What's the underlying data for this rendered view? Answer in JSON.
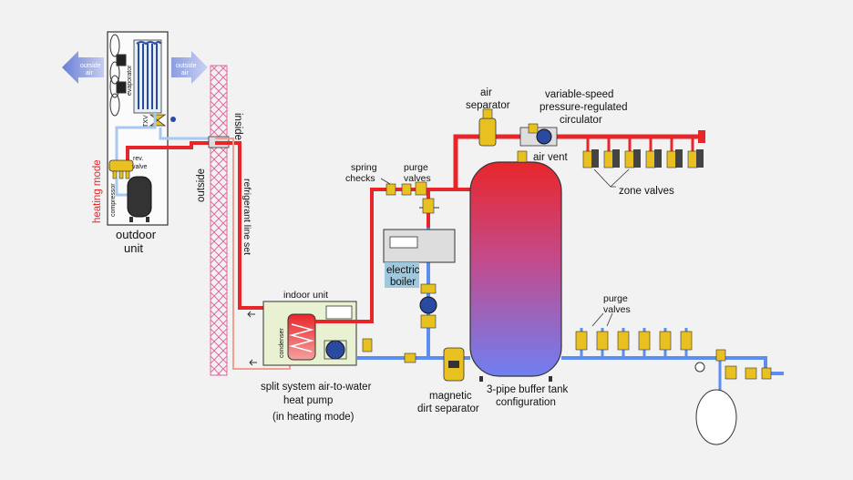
{
  "labels": {
    "outside_air_left": [
      "outside",
      "air"
    ],
    "outside_air_right": [
      "outside",
      "air"
    ],
    "evaporator": "evaporator",
    "txv": "TXV",
    "heating_mode": "heating mode",
    "compressor": "compressor",
    "rev_valve": [
      "rev.",
      "valve"
    ],
    "outdoor_unit": [
      "outdoor",
      "unit"
    ],
    "inside": "inside",
    "outside": "outside",
    "refrigerant_line_set": "refrigerant line set",
    "indoor_unit": "indoor unit",
    "condenser": "condenser",
    "split_system": [
      "split system air-to-water",
      "heat pump",
      "(in heating mode)"
    ],
    "spring_checks": [
      "spring",
      "checks"
    ],
    "purge_valves_top": [
      "purge",
      "valves"
    ],
    "air_separator": [
      "air",
      "separator"
    ],
    "circulator": [
      "variable-speed",
      "pressure-regulated",
      "circulator"
    ],
    "air_vent": "air vent",
    "zone_valves": "zone valves",
    "electric_boiler": [
      "electric",
      "boiler"
    ],
    "magnetic_dirt_separator": [
      "magnetic",
      "dirt separator"
    ],
    "buffer_tank": [
      "3-pipe buffer tank",
      "configuration"
    ],
    "purge_valves_bottom": [
      "purge",
      "valves"
    ]
  },
  "colors": {
    "background": "#f2f2f2",
    "hot_pipe": "#e8262a",
    "cool_pipe": "#5b8ef0",
    "refrigerant_cool": "#a8c8f0",
    "refrigerant_warm": "#f0a090",
    "valve_brass": "#e8c020",
    "wall_hatch": "#e06aa0",
    "air_arrow": "#7f8fd8"
  }
}
